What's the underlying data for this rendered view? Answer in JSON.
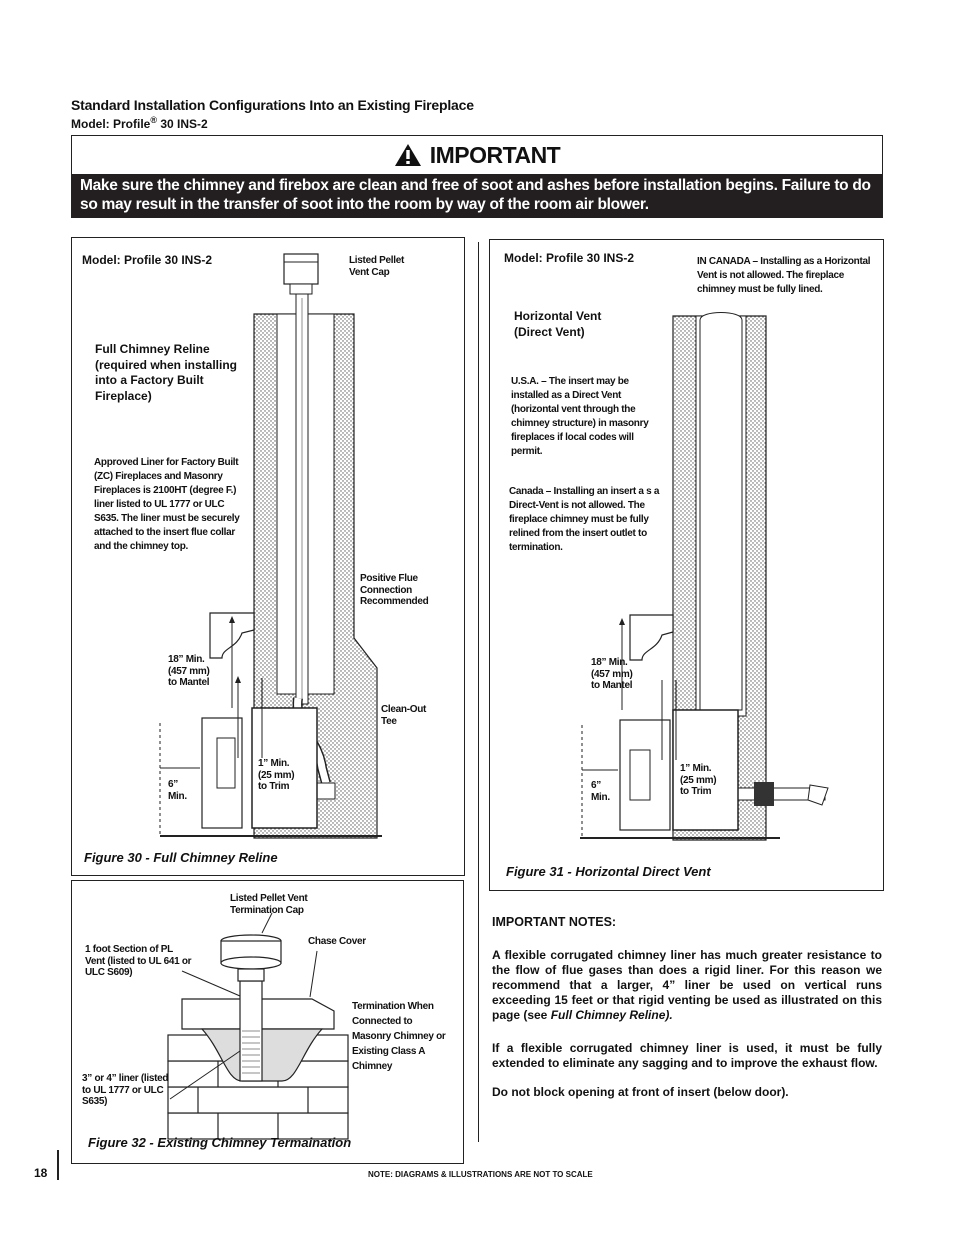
{
  "header": {
    "title": "Standard Installation Configurations Into an Existing Fireplace",
    "model_prefix": "Model: Profile",
    "model_reg": "®",
    "model_suffix": " 30 INS-2"
  },
  "important": {
    "heading": "IMPORTANT",
    "icon": "warning-triangle-icon",
    "text": "Make sure the chimney and firebox are clean and free of soot and ashes before installation begins. Failure to do so may result in the transfer of soot into the room by way of the room air blower."
  },
  "fig30": {
    "model": "Model: Profile 30 INS-2",
    "vent_cap": "Listed Pellet Vent Cap",
    "reline": "Full Chimney Reline (required when installing into a Factory Built Fireplace)",
    "liner_note": "Approved Liner for Factory Built (ZC) Fireplaces and Masonry Fireplaces is 2100HT (degree F.) liner listed to UL 1777 or ULC S635. The liner must be securely attached to the insert flue collar and the chimney top.",
    "positive_flue": "Positive Flue Connection Recommended",
    "mantel": "18” Min. (457 mm) to Mantel",
    "clean_out": "Clean-Out Tee",
    "trim": "1” Min. (25 mm) to Trim",
    "side": "6” Min.",
    "caption": "Figure 30 - Full Chimney Reline"
  },
  "fig31": {
    "model": "Model: Profile 30 INS-2",
    "canada_top": "IN CANADA – Installing as a Horizontal Vent is not allowed. The fireplace chimney must be fully lined.",
    "horizontal": "Horizontal Vent (Direct Vent)",
    "usa": "U.S.A. – The insert may be installed as a Direct Vent (horizontal vent through the chimney structure) in masonry fireplaces if local codes will permit.",
    "canada": "Canada – Installing an insert a s a Direct-Vent is not allowed. The fireplace chimney must be fully relined from the insert outlet to termination.",
    "mantel": "18” Min. (457 mm) to Mantel",
    "trim": "1” Min. (25 mm) to Trim",
    "side": "6” Min.",
    "caption": "Figure 31 - Horizontal  Direct Vent"
  },
  "fig32": {
    "cap": "Listed Pellet Vent Termination Cap",
    "chase": "Chase Cover",
    "section": "1 foot Section of PL Vent (listed to UL 641 or ULC S609)",
    "termination": "Termination When Connected to Masonry Chimney or Existing Class A Chimney",
    "liner": "3” or 4” liner (listed to UL 1777 or ULC S635)",
    "caption": "Figure 32 - Existing Chimney Termaination"
  },
  "notes": {
    "title": "IMPORTANT NOTES:",
    "p1_main": "A flexible corrugated chimney liner has much greater resistance to the flow of flue gases than does a rigid liner.  For this reason we recommend that a larger, 4” liner be used on vertical runs exceeding 15 feet or that rigid venting be used as illustrated on this page (see ",
    "p1_italic": "Full Chimney Reline).",
    "p2": "If a flexible corrugated chimney liner is used, it must be fully extended to eliminate any sagging and to improve the exhaust flow.",
    "p3": "Do not block opening at front of insert (below door)."
  },
  "footer": {
    "page": "18",
    "note": "NOTE: DIAGRAMS & ILLUSTRATIONS ARE NOT TO SCALE"
  }
}
